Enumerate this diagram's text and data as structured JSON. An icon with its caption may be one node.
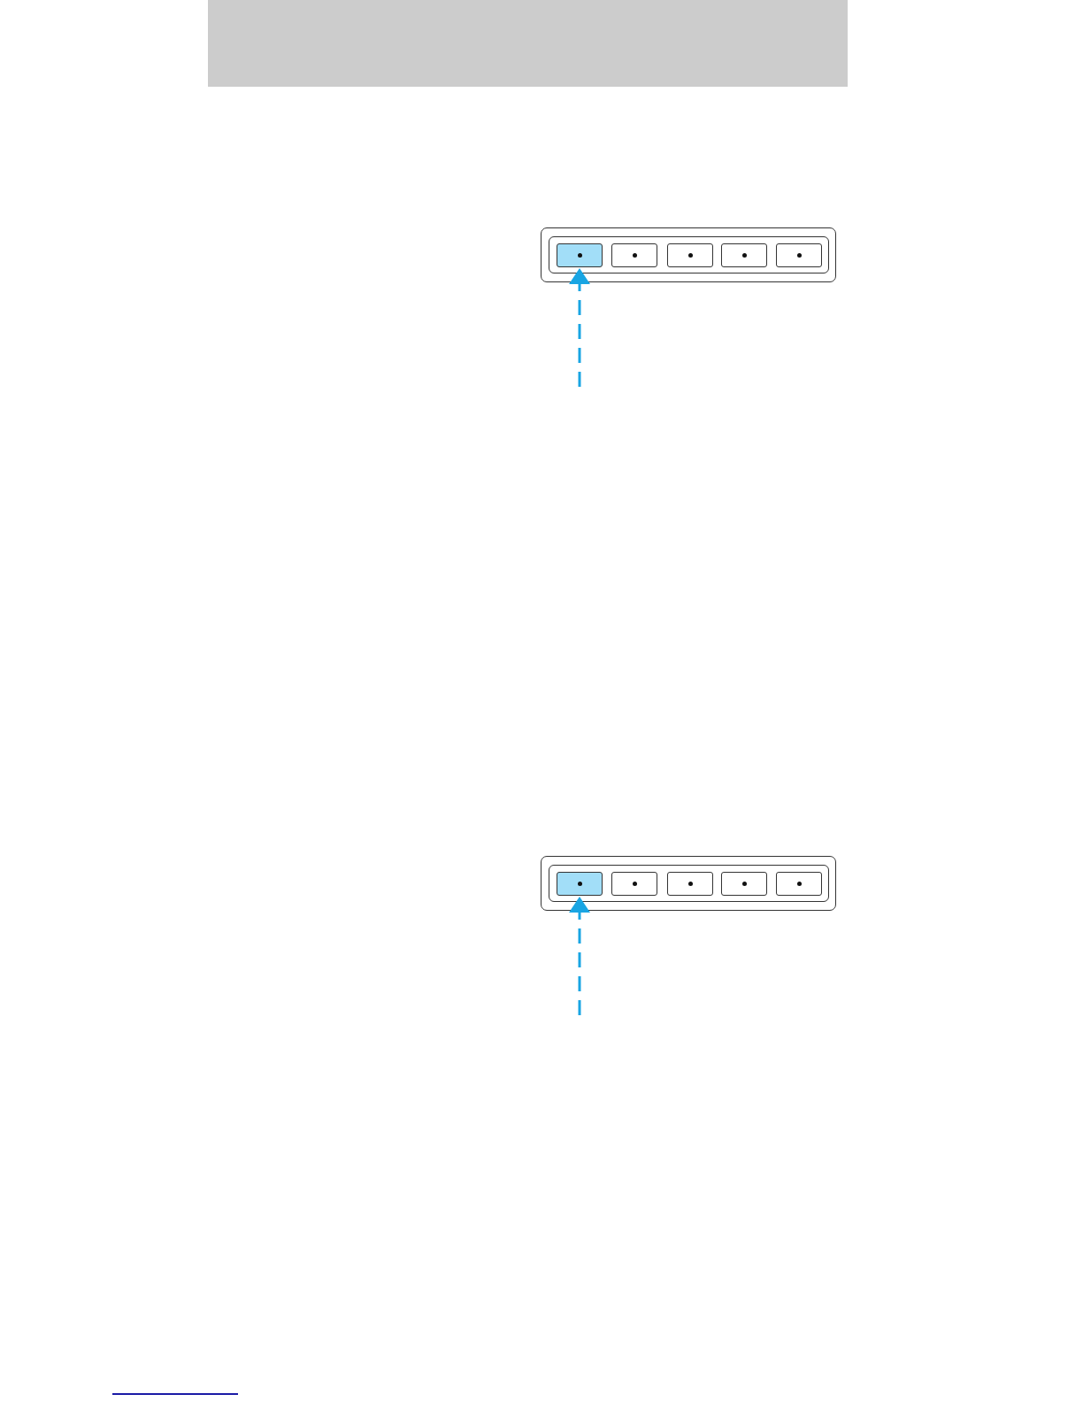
{
  "diagram": {
    "nodes": [
      {
        "text": [],
        "shape": "box"
      },
      {
        "text": [],
        "shape": "box"
      }
    ],
    "edges": [
      {
        "from": null,
        "to": 0,
        "arrow": "to",
        "style": "dashed",
        "color": "#19a5e3"
      },
      {
        "from": null,
        "to": 1,
        "arrow": "to",
        "style": "dashed",
        "color": "#19a5e3"
      }
    ]
  }
}
